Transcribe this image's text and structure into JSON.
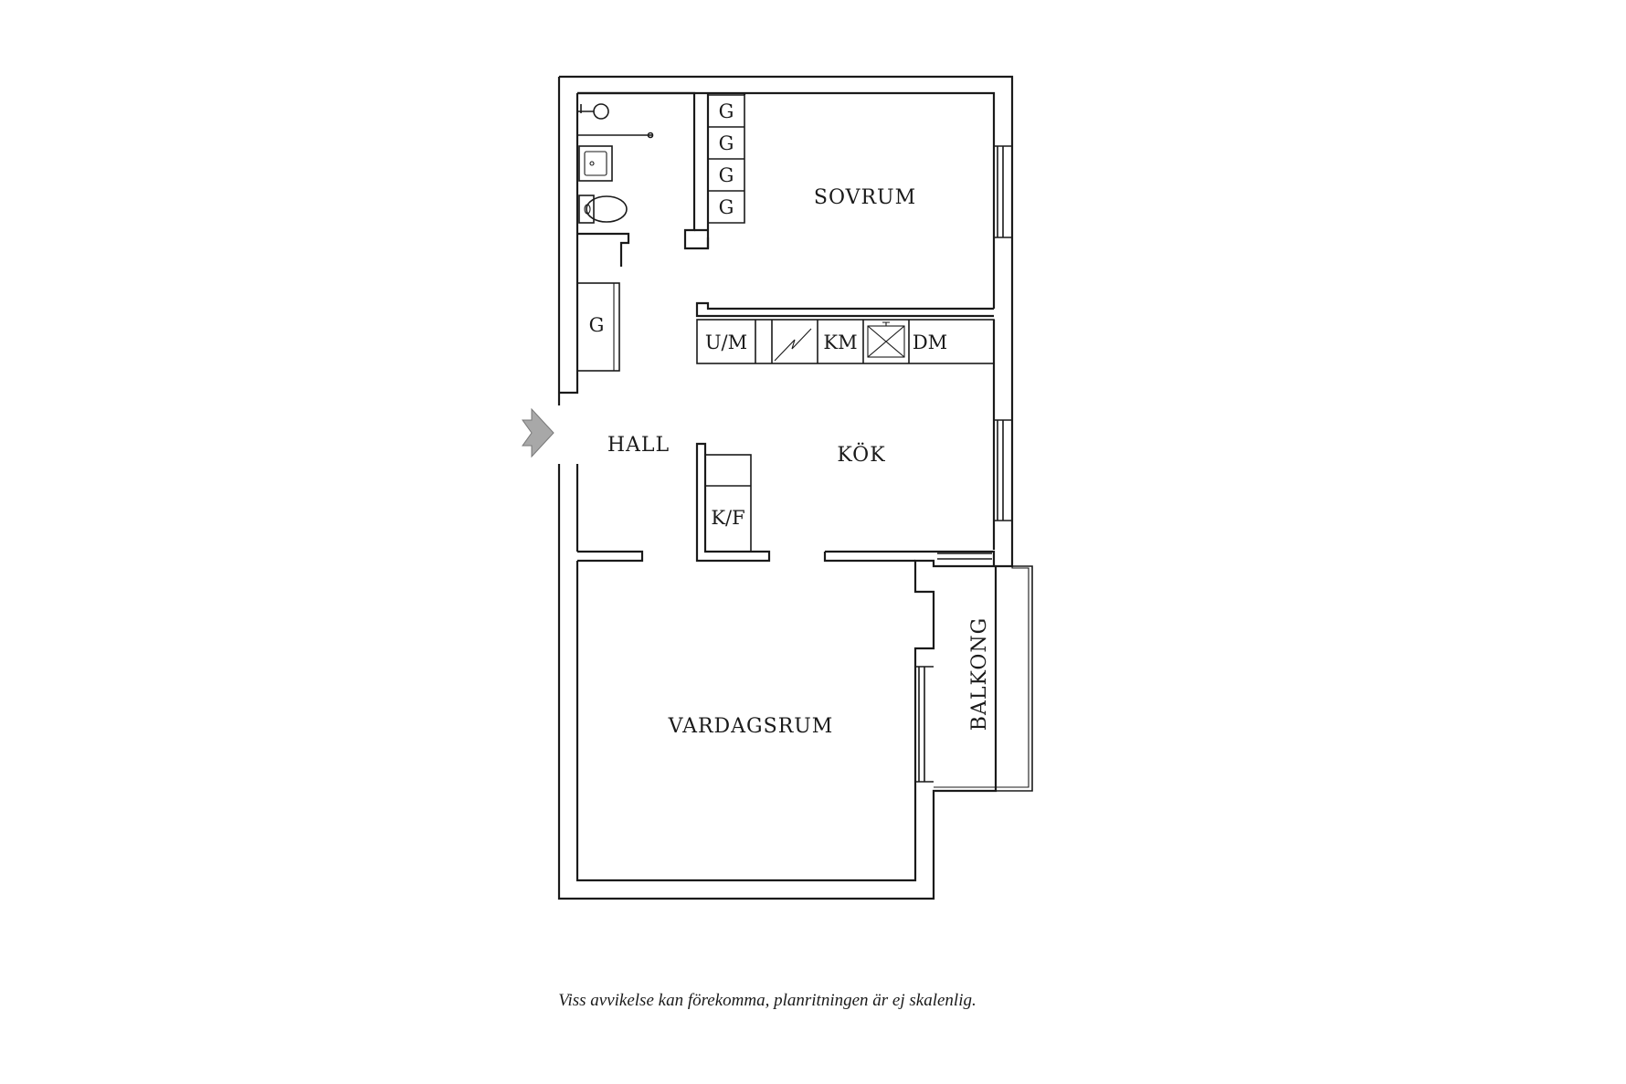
{
  "rooms": {
    "sovrum": "SOVRUM",
    "hall": "HALL",
    "kok": "KÖK",
    "vardagsrum": "VARDAGSRUM",
    "balkong": "BALKONG"
  },
  "fixtures": {
    "wardrobe": "G",
    "washer_dryer": "U/M",
    "fridge_freezer": "K/F",
    "microwave": "KM",
    "dishwasher": "DM"
  },
  "caption": "Viss avvikelse kan förekomma, planritningen är ej skalenlig.",
  "icons": {
    "entrance": "entrance-arrow-icon",
    "sink": "sink-icon",
    "toilet": "toilet-icon",
    "shower": "shower-icon",
    "stove": "stove-icon"
  },
  "colors": {
    "wall": "#1a1a1a",
    "entrance_arrow": "#a8a8a8"
  }
}
